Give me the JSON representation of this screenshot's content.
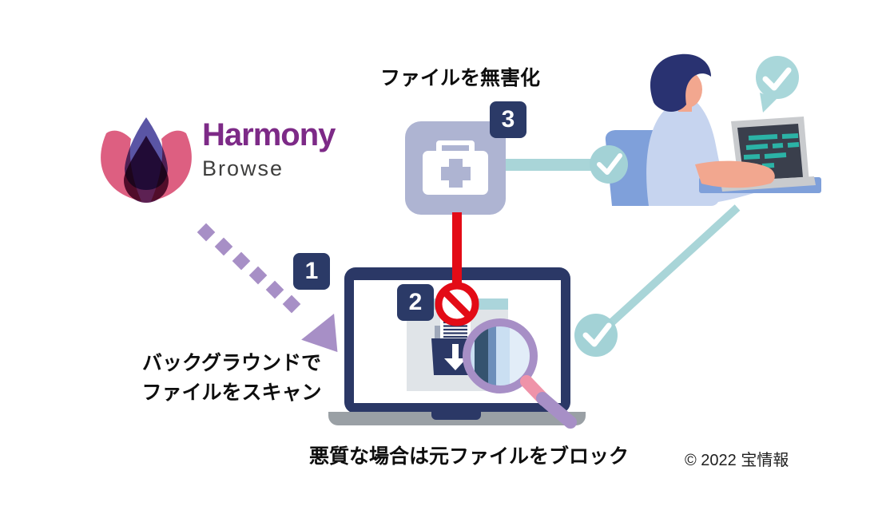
{
  "diagram": {
    "logo": {
      "brand": "Harmony",
      "product": "Browse"
    },
    "badges": {
      "step1": "1",
      "step2": "2",
      "step3": "3"
    },
    "captions": {
      "sanitize": "ファイルを無害化",
      "scan_line1": "バックグラウンドで",
      "scan_line2": "ファイルをスキャン",
      "block": "悪質な場合は元ファイルをブロック"
    },
    "copyright": "© 2022 宝情報",
    "icons": {
      "lotus": "lotus-flower-icon",
      "dotted_arrow": "dotted-arrow-icon",
      "first_aid_kit": "first-aid-kit-icon",
      "prohibition": "prohibition-icon",
      "download_folder": "download-folder-icon",
      "document": "document-icon",
      "magnifier": "magnifier-icon",
      "check_circle": "check-circle-icon",
      "speech_check": "check-speech-bubble-icon",
      "laptop": "laptop-icon",
      "person": "person-at-desk-illustration"
    },
    "colors": {
      "navy": "#2b3a67",
      "red": "#e30b16",
      "teal_line": "#a9d5d8",
      "teal_circle": "#a3d2d6",
      "purple": "#a78fc6",
      "pink_handle": "#ef93a9",
      "lavender_kit": "#aeb4d2",
      "brand_purple": "#7d2a87",
      "petal_pink": "#dd5f81",
      "bud_violet": "#5a55a5",
      "drop_maroon": "#5d2153",
      "chair_blue": "#7fa0da",
      "shirt_blue": "#c6d4ef",
      "skin": "#f2a78f",
      "code_teal": "#2bb3a6",
      "base_gray": "#9aa0a5",
      "window_gray": "#e0e4e8",
      "window_header_teal": "#abd5db"
    }
  }
}
